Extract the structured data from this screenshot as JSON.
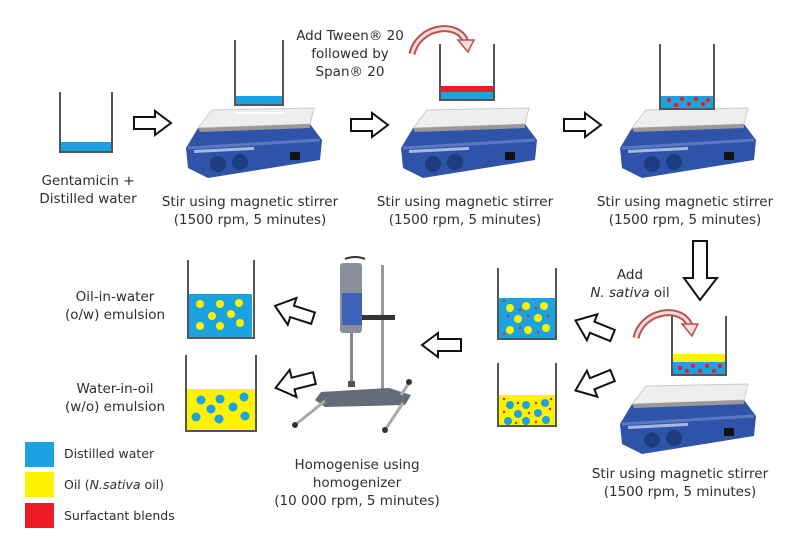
{
  "colors": {
    "water": "#1aa3e0",
    "oil": "#fff200",
    "surfactant": "#ed1c24",
    "beaker": "#555555",
    "curved_arrow": "#c0504d",
    "stirrer_body": "#2f53a8",
    "stirrer_plate": "#eeeeee"
  },
  "steps": {
    "start": {
      "line1": "Gentamicin +",
      "line2": "Distilled water"
    },
    "stir1": {
      "line1": "Stir using magnetic stirrer",
      "line2": "(1500 rpm, 5 minutes)"
    },
    "stir2": {
      "line1": "Stir using magnetic stirrer",
      "line2": "(1500 rpm, 5 minutes)"
    },
    "stir3": {
      "line1": "Stir using magnetic stirrer",
      "line2": "(1500 rpm, 5 minutes)"
    },
    "stir4": {
      "line1": "Stir using magnetic stirrer",
      "line2": "(1500 rpm, 5 minutes)"
    },
    "add_surfactant": {
      "line1": "Add Tween® 20",
      "line2": "followed by",
      "line3": "Span® 20"
    },
    "add_oil": {
      "line1": "Add",
      "line2_italic": "N. sativa",
      "line2_rest": " oil"
    },
    "homogenise": {
      "line1": "Homogenise using",
      "line2": "homogenizer",
      "line3": "(10 000 rpm, 5 minutes)"
    },
    "ow": {
      "line1": "Oil-in-water",
      "line2": "(o/w) emulsion"
    },
    "wo": {
      "line1": "Water-in-oil",
      "line2": "(w/o) emulsion"
    }
  },
  "legend": [
    {
      "label": "Distilled water",
      "color": "#1aa3e0"
    },
    {
      "label_pre": "Oil (",
      "label_italic": "N.sativa",
      "label_post": " oil)",
      "color": "#fff200"
    },
    {
      "label": "Surfactant blends",
      "color": "#ed1c24"
    }
  ]
}
